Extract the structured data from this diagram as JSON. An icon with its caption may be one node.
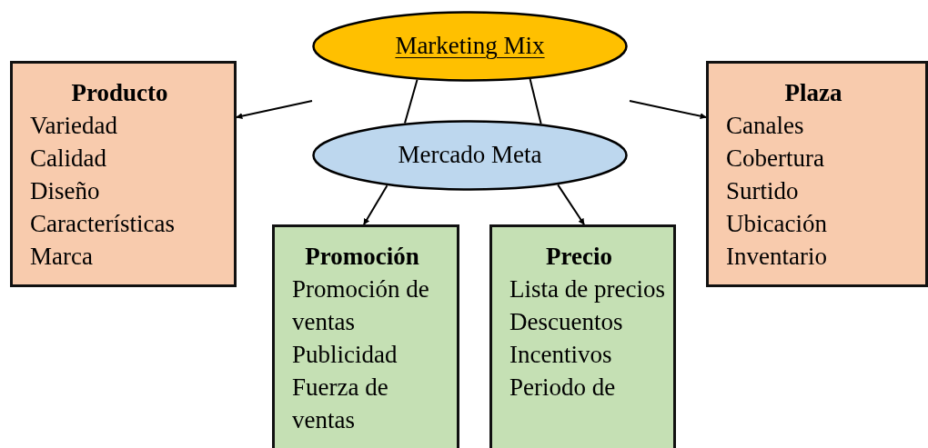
{
  "diagram": {
    "nodes": [
      {
        "text": [
          "Marketing Mix"
        ]
      },
      {
        "text": [
          "Producto",
          "Variedad",
          "Calidad",
          "Diseño",
          "Características",
          "Marca"
        ]
      },
      {
        "text": [
          "Mercado Meta"
        ]
      },
      {
        "text": [
          "Plaza",
          "Canales",
          "Cobertura",
          "Surtido",
          "Ubicación",
          "Inventario"
        ]
      },
      {
        "text": [
          "Promoción",
          "Promoción de ventas",
          "Publicidad",
          "Fuerza de ventas"
        ]
      },
      {
        "text": [
          "Precio",
          "Lista de precios",
          "Descuentos",
          "Incentivos",
          "Periodo de"
        ]
      }
    ],
    "edges": [
      {
        "from": null,
        "to": 1,
        "arrow": "to"
      },
      {
        "from": null,
        "to": 3,
        "arrow": "to"
      },
      {
        "from": 0,
        "to": 2,
        "arrow": "none"
      },
      {
        "from": 0,
        "to": 2,
        "arrow": "none"
      },
      {
        "from": 2,
        "to": 4,
        "arrow": "to"
      },
      {
        "from": 2,
        "to": 5,
        "arrow": "to"
      }
    ]
  }
}
